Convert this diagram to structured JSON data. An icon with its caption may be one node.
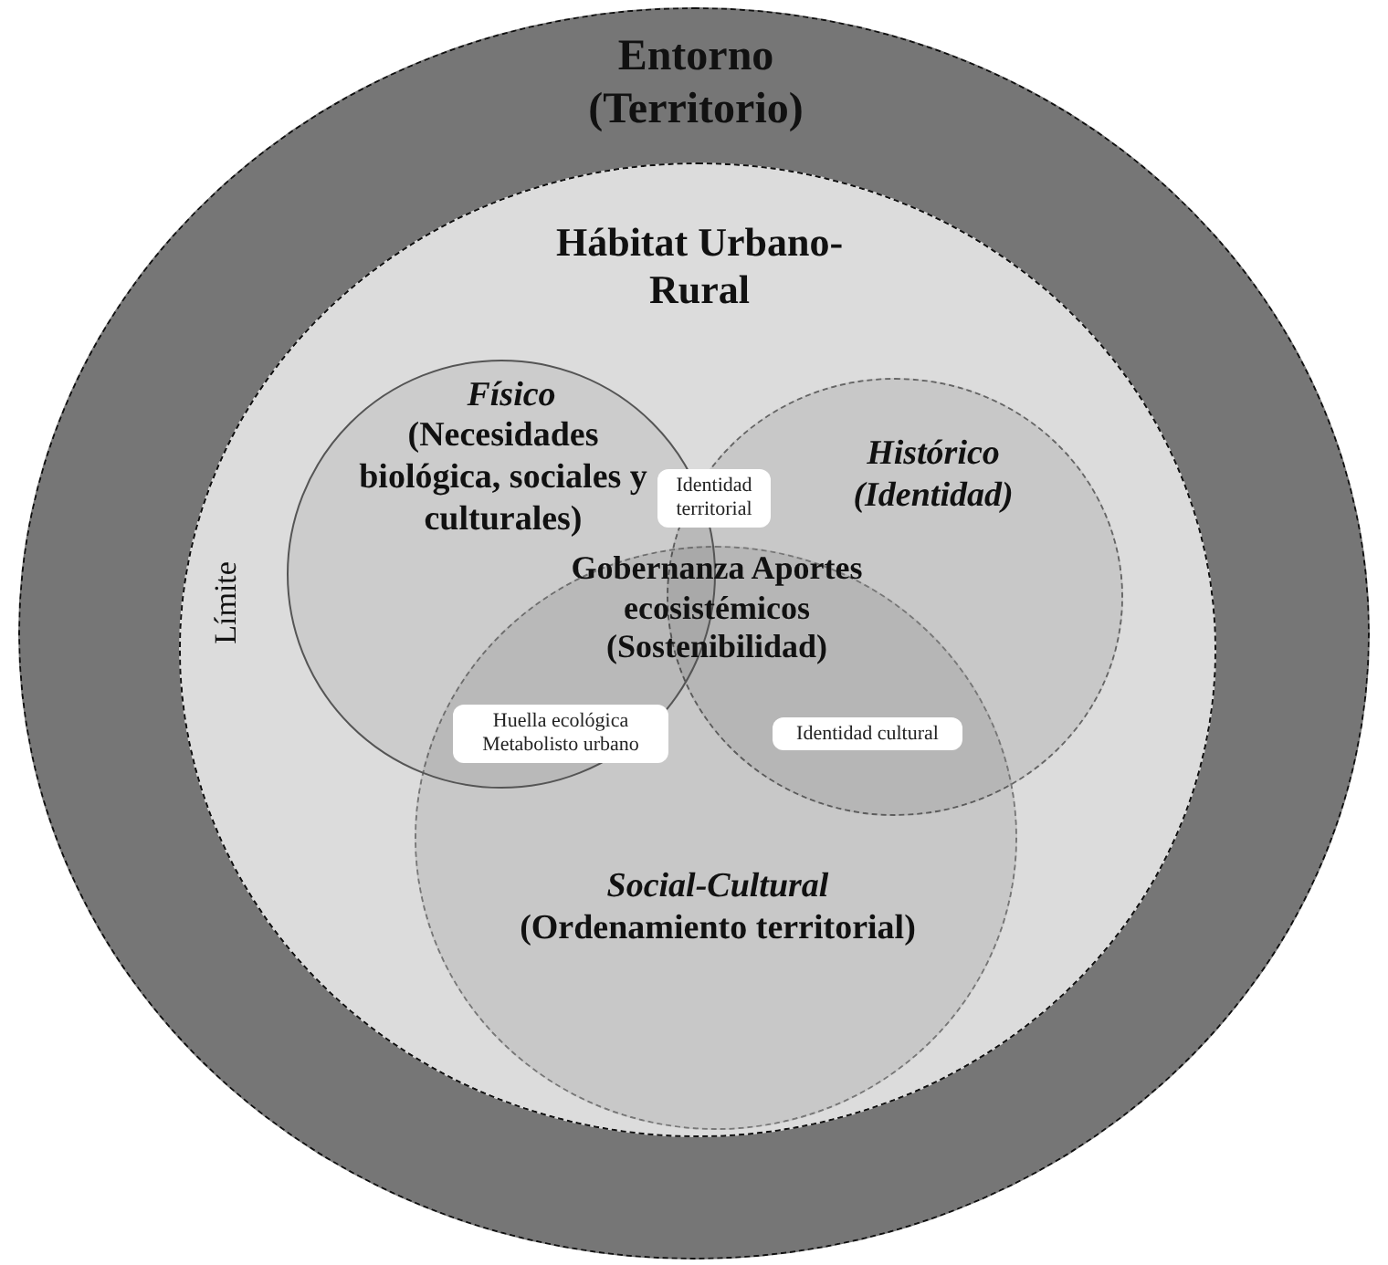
{
  "diagram": {
    "nodes": [
      {
        "text": [
          "Entorno (Territorio)"
        ]
      },
      {
        "text": [
          "Hábitat Urbano-Rural"
        ],
        "in": 0
      },
      {
        "text": [
          "Físico",
          "(Necesidades biológica, sociales y culturales)"
        ],
        "in": 1
      },
      {
        "text": [
          "Histórico",
          "(Identidad)"
        ],
        "in": 1
      },
      {
        "text": [
          "Social-Cultural",
          "(Ordenamiento territorial)"
        ],
        "in": 1
      },
      {
        "text": [
          "Identidad territorial"
        ],
        "in": 1
      },
      {
        "text": [
          "Huella ecológica Metabolisto urbano"
        ]
      },
      {
        "text": [
          "Identidad cultural"
        ]
      }
    ],
    "labels": [
      "Límite",
      "Gobernanza Aportes ecosistémicos (Sostenibilidad)"
    ]
  }
}
